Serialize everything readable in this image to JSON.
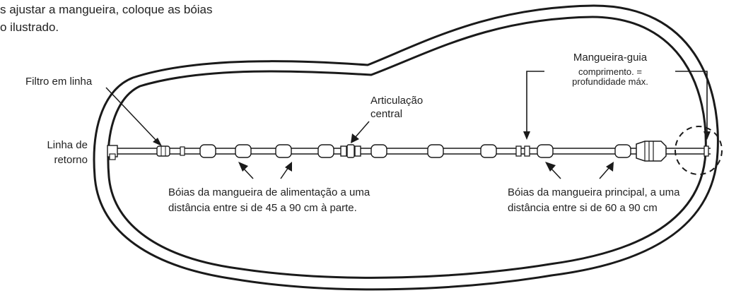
{
  "intro": {
    "line1": "s ajustar a mangueira, coloque as bóias",
    "line2": "o ilustrado."
  },
  "labels": {
    "filtro": "Filtro em linha",
    "linha_de_1": "Linha de",
    "linha_de_2": "retorno",
    "articulacao_1": "Articulação",
    "articulacao_2": "central",
    "guia_title": "Mangueira-guia",
    "guia_sub1": "comprimento. =",
    "guia_sub2": "profundidade máx.",
    "feed_floats_1": "Bóias da mangueira de alimentação a uma",
    "feed_floats_2": "distância entre si de 45 a 90 cm à parte.",
    "main_floats_1": "Bóias da mangueira principal, a uma",
    "main_floats_2": "distância entre si de 60 a 90 cm"
  },
  "colors": {
    "line": "#1a1a1a",
    "text": "#222222",
    "background": "#ffffff"
  }
}
